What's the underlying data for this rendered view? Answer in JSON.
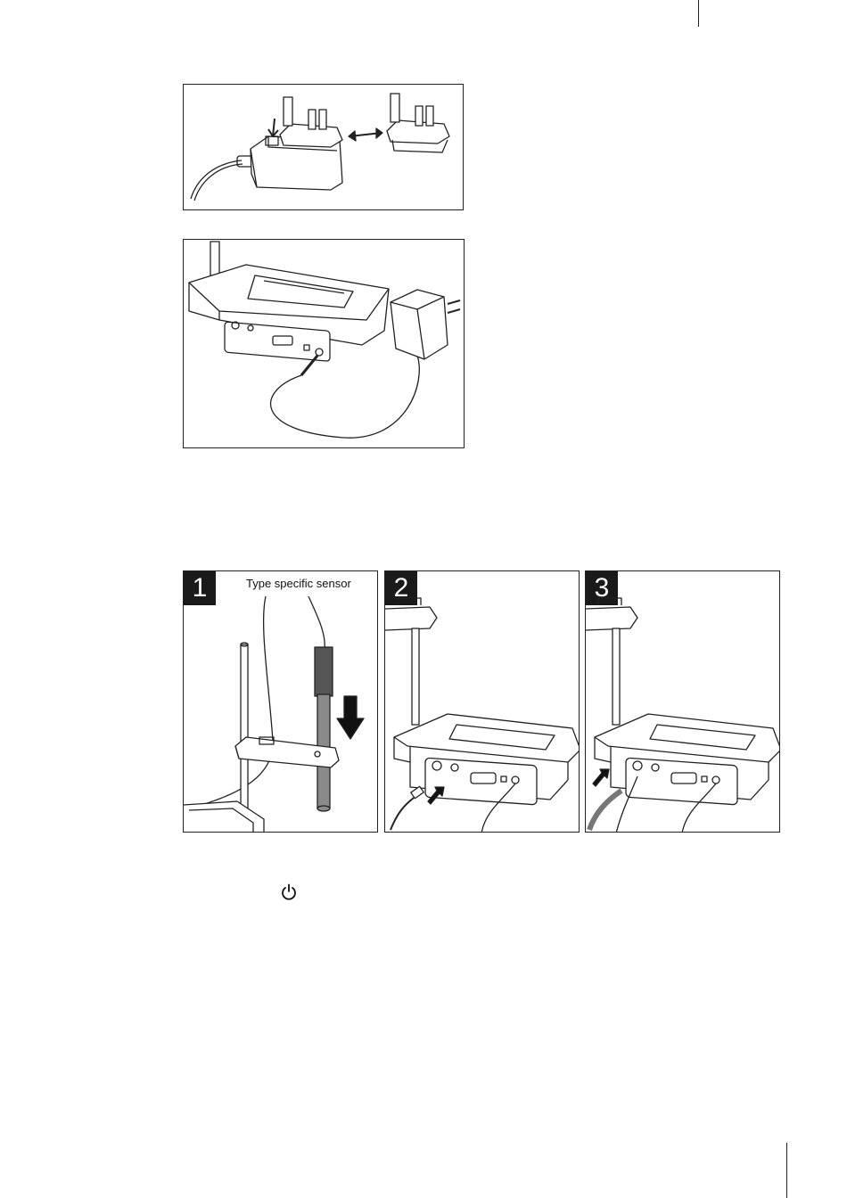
{
  "figures": {
    "step1": {
      "number": "1",
      "caption": "Type specific sensor"
    },
    "step2": {
      "number": "2"
    },
    "step3": {
      "number": "3"
    }
  },
  "icons": {
    "power": "power-icon"
  },
  "colors": {
    "ink": "#1a1a1a",
    "sensor_grey": "#777777"
  }
}
